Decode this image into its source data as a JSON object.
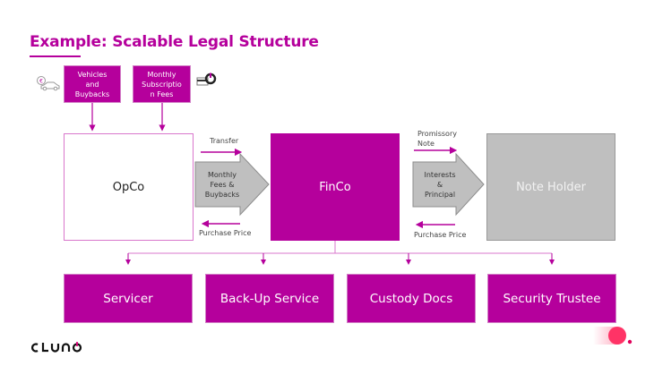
{
  "title": "Example: Scalable Legal Structure",
  "colors": {
    "brand": "#b5009c",
    "gray_box": "#bfbfbf",
    "accent_dot": "#ff3366"
  },
  "inputs": [
    {
      "label": "Vehicles and Buybacks",
      "lines": [
        "Vehicles",
        "and",
        "Buybacks"
      ],
      "icon": "car-icon"
    },
    {
      "label": "Monthly Subscription Fees",
      "lines": [
        "Monthly",
        "Subscriptio",
        "n Fees"
      ],
      "icon": "card-power-icon"
    }
  ],
  "entities": {
    "opco": "OpCo",
    "finco": "FinCo",
    "note_holder": "Note Holder"
  },
  "flow_opco_finco": {
    "top_label": "Transfer",
    "arrow_lines": [
      "Monthly",
      "Fees &",
      "Buybacks"
    ],
    "bottom_label": "Purchase Price"
  },
  "flow_finco_note": {
    "top_label_lines": [
      "Promissory",
      "Note"
    ],
    "arrow_lines": [
      "Interests",
      "&",
      "Principal"
    ],
    "bottom_label": "Purchase Price"
  },
  "service_providers": [
    "Servicer",
    "Back-Up Service",
    "Custody Docs",
    "Security Trustee"
  ],
  "logo": "CLUNO"
}
